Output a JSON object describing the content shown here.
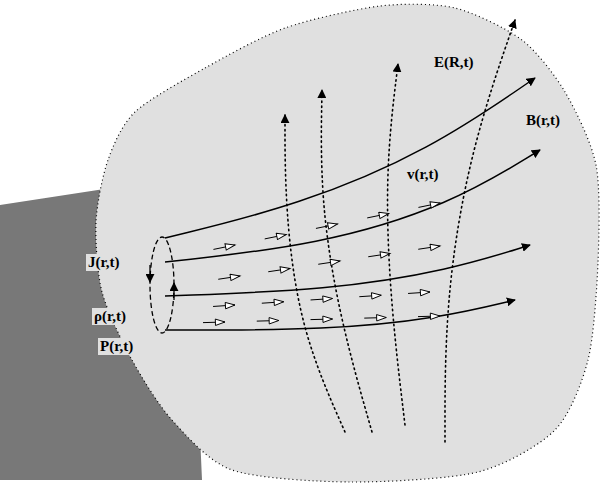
{
  "diagram": {
    "labels": [
      "E(R,t)",
      "B(r,t)",
      "v(r,t)",
      "J(r,t)",
      "ρ(r,t)",
      "P(r,t)"
    ]
  }
}
